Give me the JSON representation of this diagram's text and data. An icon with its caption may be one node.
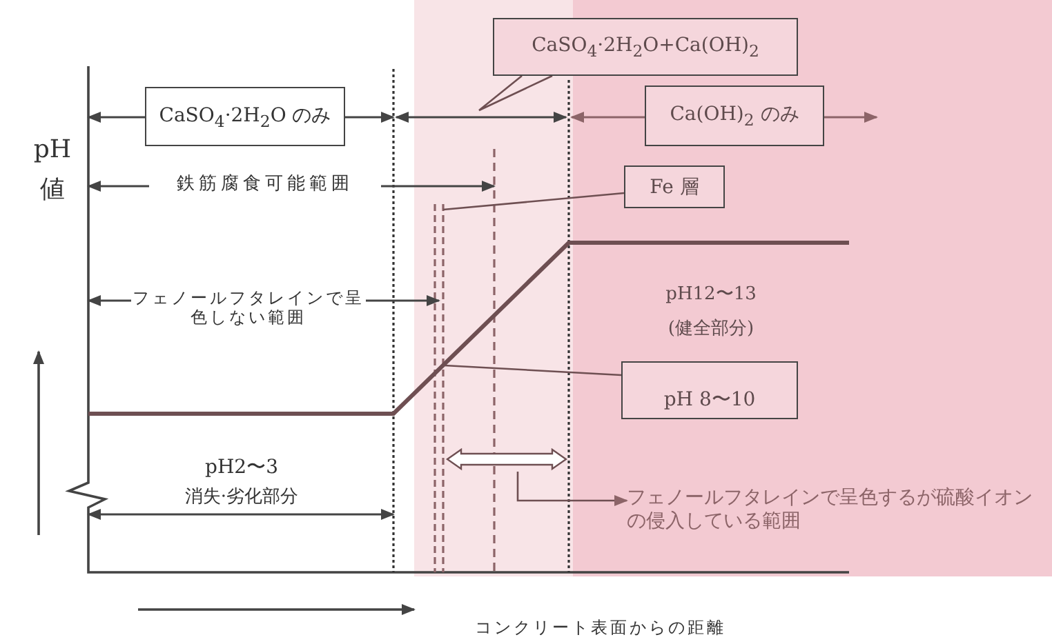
{
  "diagram": {
    "nodes": [
      {
        "text": [
          "CaSO$_{4}$·2H$_{2}$O のみ"
        ]
      },
      {
        "text": [
          "CaSO$_{4}$·2H$_{2}$O+Ca(OH)$_{2}$"
        ]
      },
      {
        "text": [
          "Ca(OH)$_{2}$ のみ"
        ]
      },
      {
        "text": [
          "Fe 層"
        ]
      },
      {
        "text": [
          "pH 8〜10"
        ]
      },
      {
        "text": [
          "フェノールフタレインで呈色するが硫酸イオンの侵入している範囲"
        ]
      },
      {
        "text": [],
        "shape": "arrow"
      }
    ],
    "edges": [
      {
        "from": 1,
        "to": null,
        "arrow": "none"
      },
      {
        "from": 3,
        "to": null,
        "arrow": "none"
      },
      {
        "from": 4,
        "to": null,
        "arrow": "none"
      },
      {
        "from": 6,
        "to": 5,
        "arrow": "to"
      }
    ],
    "labels": [
      "pH 値",
      "鉄筋腐食可能範囲",
      "フェノールフタレインで呈色しない範囲",
      "pH12〜13",
      "(健全部分)",
      "pH2〜3",
      "消失·劣化部分",
      "コンクリート表面からの距離"
    ]
  }
}
